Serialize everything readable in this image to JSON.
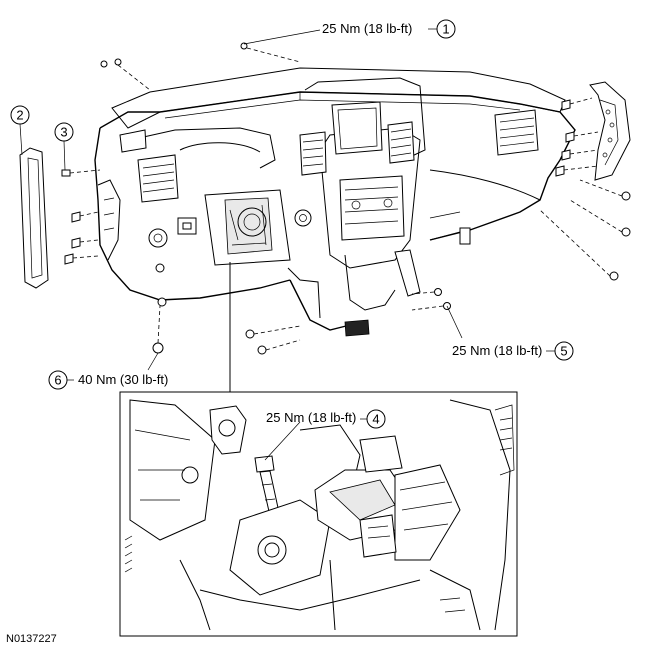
{
  "callouts": [
    {
      "id": "1",
      "torque": "25 Nm (18 lb-ft)"
    },
    {
      "id": "2",
      "torque": ""
    },
    {
      "id": "3",
      "torque": ""
    },
    {
      "id": "4",
      "torque": "25 Nm (18 lb-ft)"
    },
    {
      "id": "5",
      "torque": "25 Nm (18 lb-ft)"
    },
    {
      "id": "6",
      "torque": "40 Nm (30 lb-ft)"
    }
  ],
  "figure_id": "N0137227"
}
